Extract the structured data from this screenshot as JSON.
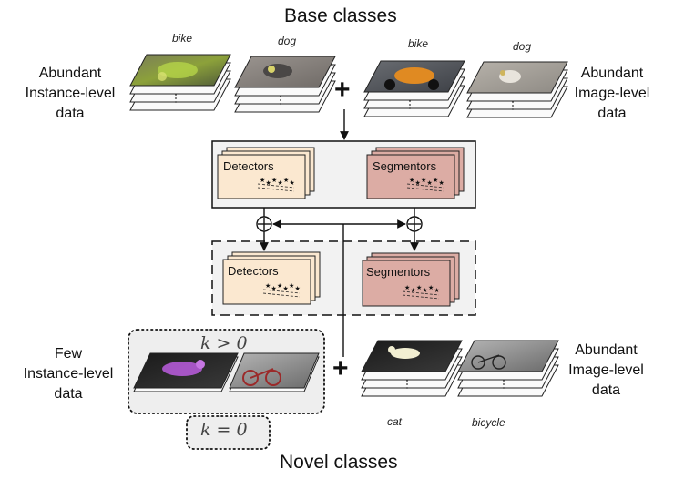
{
  "titles": {
    "base": "Base classes",
    "novel": "Novel classes"
  },
  "labels": {
    "abundant_instance": [
      "Abundant",
      "Instance-level",
      "data"
    ],
    "abundant_image_top": [
      "Abundant",
      "Image-level",
      "data"
    ],
    "few_instance": [
      "Few",
      "Instance-level",
      "data"
    ],
    "abundant_image_bottom": [
      "Abundant",
      "Image-level",
      "data"
    ]
  },
  "captions": {
    "bike_1": "bike",
    "dog_1": "dog",
    "bike_2": "bike",
    "dog_2": "dog",
    "cat": "cat",
    "bicycle": "bicycle"
  },
  "boxes": {
    "detectors_top": "Detectors",
    "segmentors_top": "Segmentors",
    "detectors_bottom": "Detectors",
    "segmentors_bottom": "Segmentors"
  },
  "conditions": {
    "k_gt": "k > 0",
    "k_eq": "k = 0"
  },
  "symbols": {
    "plus": "+"
  },
  "colors": {
    "detector_fill": "#fbe8d0",
    "segmentor_fill": "#dcaca4",
    "panel_fill": "#f2f2f2",
    "dotted_fill": "#eeeeee"
  }
}
